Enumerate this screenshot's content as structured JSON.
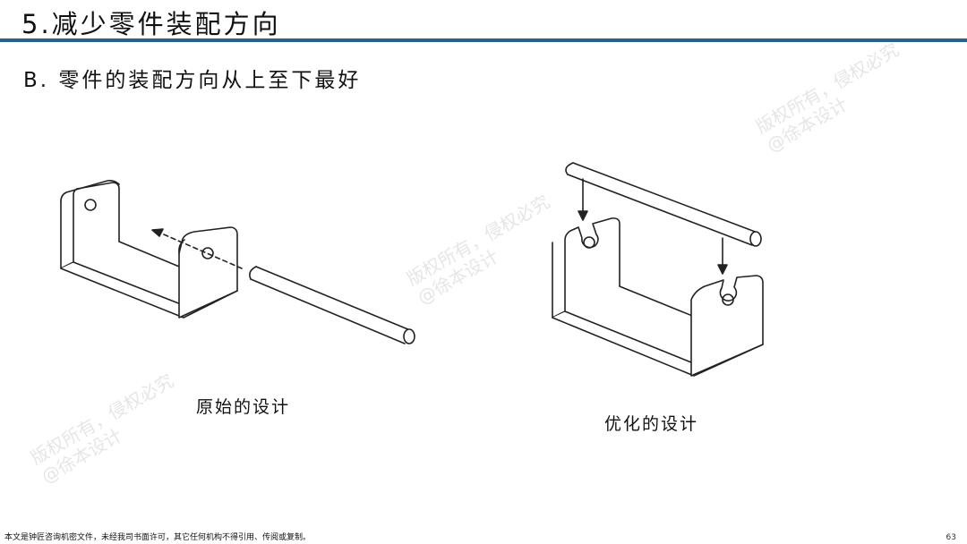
{
  "slide": {
    "title": "5.减少零件装配方向",
    "subtitle": "B. 零件的装配方向从上至下最好",
    "caption_left": "原始的设计",
    "caption_right": "优化的设计",
    "footer": "本文是钟匠咨询机密文件，未经我司书面许可，其它任何机构不得引用、传阅或复制。",
    "page_number": "63"
  },
  "watermarks": {
    "line1": "版权所有，侵权必究",
    "line2": "@徐本设计"
  },
  "colors": {
    "title_bar": "#2e5f86",
    "line": "#222222"
  }
}
